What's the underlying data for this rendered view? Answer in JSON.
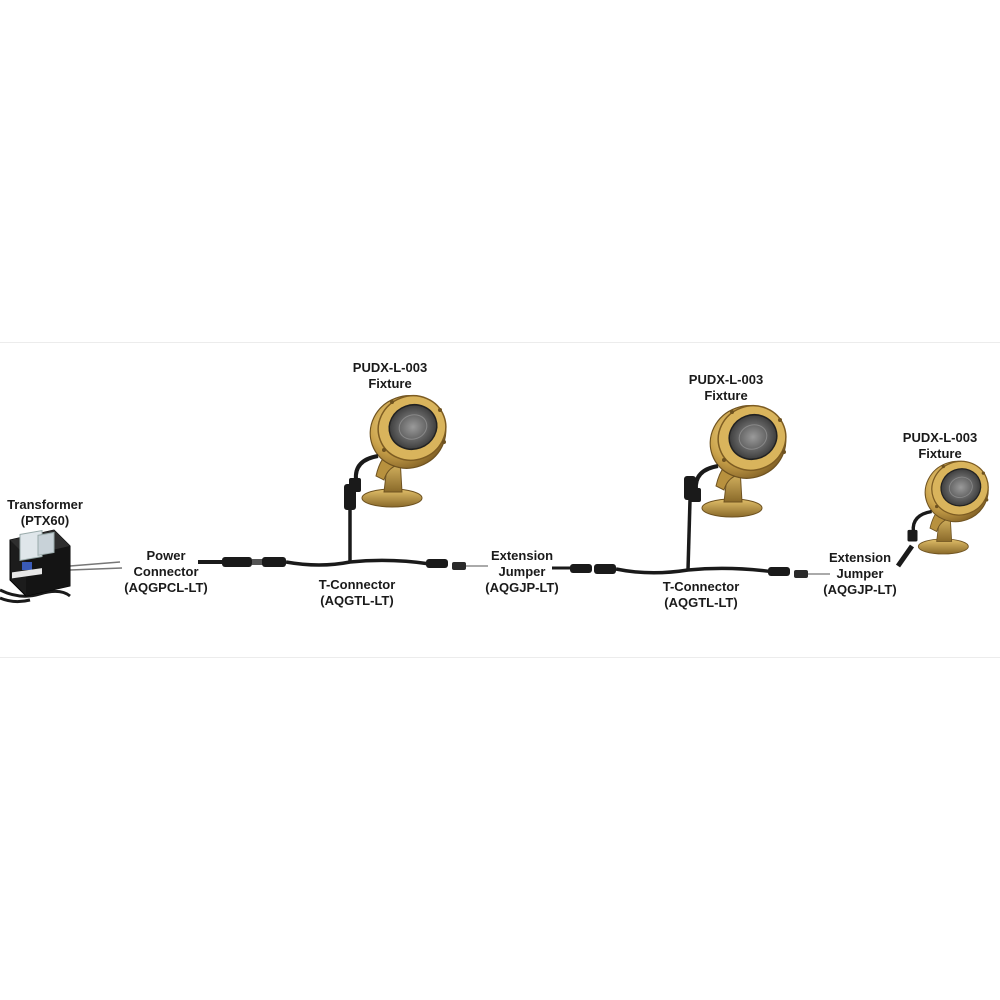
{
  "colors": {
    "cable": "#1a1a1a",
    "brass": "#c9a14a",
    "brass_dark": "#8a6a2a",
    "lens": "#5a5a5a",
    "text": "#1a1a1a",
    "transformer": "#1c1c1c"
  },
  "components": {
    "transformer": {
      "name": "Transformer",
      "model": "(PTX60)",
      "icon": "transformer-icon"
    },
    "power_connector": {
      "line1": "Power",
      "line2": "Connector",
      "model": "(AQGPCL-LT)"
    },
    "t_connector_1": {
      "name": "T-Connector",
      "model": "(AQGTL-LT)"
    },
    "extension_jumper_1": {
      "line1": "Extension",
      "line2": "Jumper",
      "model": "(AQGJP-LT)"
    },
    "t_connector_2": {
      "name": "T-Connector",
      "model": "(AQGTL-LT)"
    },
    "extension_jumper_2": {
      "line1": "Extension",
      "line2": "Jumper",
      "model": "(AQGJP-LT)"
    },
    "fixture_1": {
      "model": "PUDX-L-003",
      "name": "Fixture",
      "icon": "spotlight-fixture-icon"
    },
    "fixture_2": {
      "model": "PUDX-L-003",
      "name": "Fixture",
      "icon": "spotlight-fixture-icon"
    },
    "fixture_3": {
      "model": "PUDX-L-003",
      "name": "Fixture",
      "icon": "spotlight-fixture-icon"
    }
  }
}
